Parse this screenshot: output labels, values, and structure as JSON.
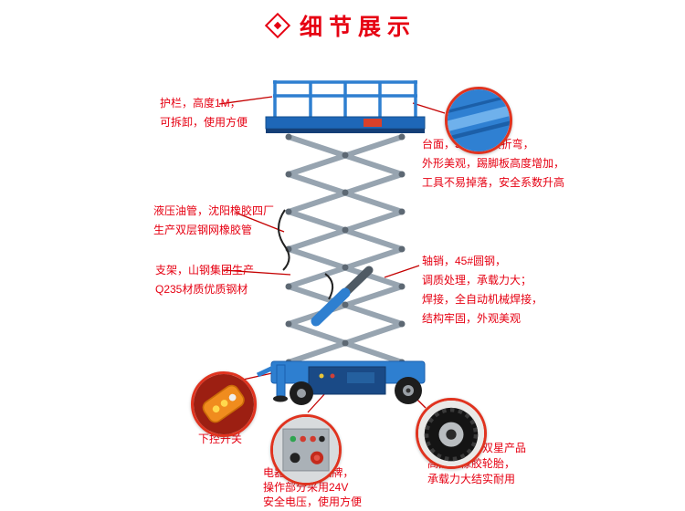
{
  "header": {
    "title": "细节展示",
    "icon": "diamond-icon",
    "accent_color": "#e60012"
  },
  "colors": {
    "accent_red": "#e60012",
    "callout_ring": "#e0331f",
    "connector_red": "#c40000",
    "lift_blue": "#2e7fd0",
    "deck_blue": "#1e67b8",
    "scissor_gray": "#97a4b0"
  },
  "callouts": {
    "guardrail": {
      "lines": [
        "护栏，高度1M，",
        "可拆卸，使用方便"
      ]
    },
    "platform": {
      "photo": "platform-surface-photo",
      "lines": [
        "台面，5mm平板折弯，",
        "外形美观，踢脚板高度增加，",
        "工具不易掉落，安全系数升高"
      ]
    },
    "hose": {
      "lines": [
        "液压油管，沈阳橡胶四厂",
        "生产双层钢网橡胶管"
      ]
    },
    "frame": {
      "lines": [
        "支架，山钢集团生产",
        "Q235材质优质钢材"
      ]
    },
    "pin": {
      "lines": [
        "轴销，45#圆钢，",
        "调质处理，承载力大；",
        "焊接，全自动机械焊接，",
        "结构牢固，外观美观"
      ]
    },
    "remote": {
      "photo": "remote-control-photo",
      "label": "下控开关"
    },
    "electric": {
      "photo": "control-panel-photo",
      "lines": [
        "电器 德力西品牌，",
        "操作部分采用24V",
        "安全电压，使用方便"
      ]
    },
    "tire": {
      "photo": "tire-photo",
      "lines": [
        "轮胎，青岛双星产品",
        "高品质橡胶轮胎，",
        "承载力大结实耐用"
      ]
    }
  }
}
